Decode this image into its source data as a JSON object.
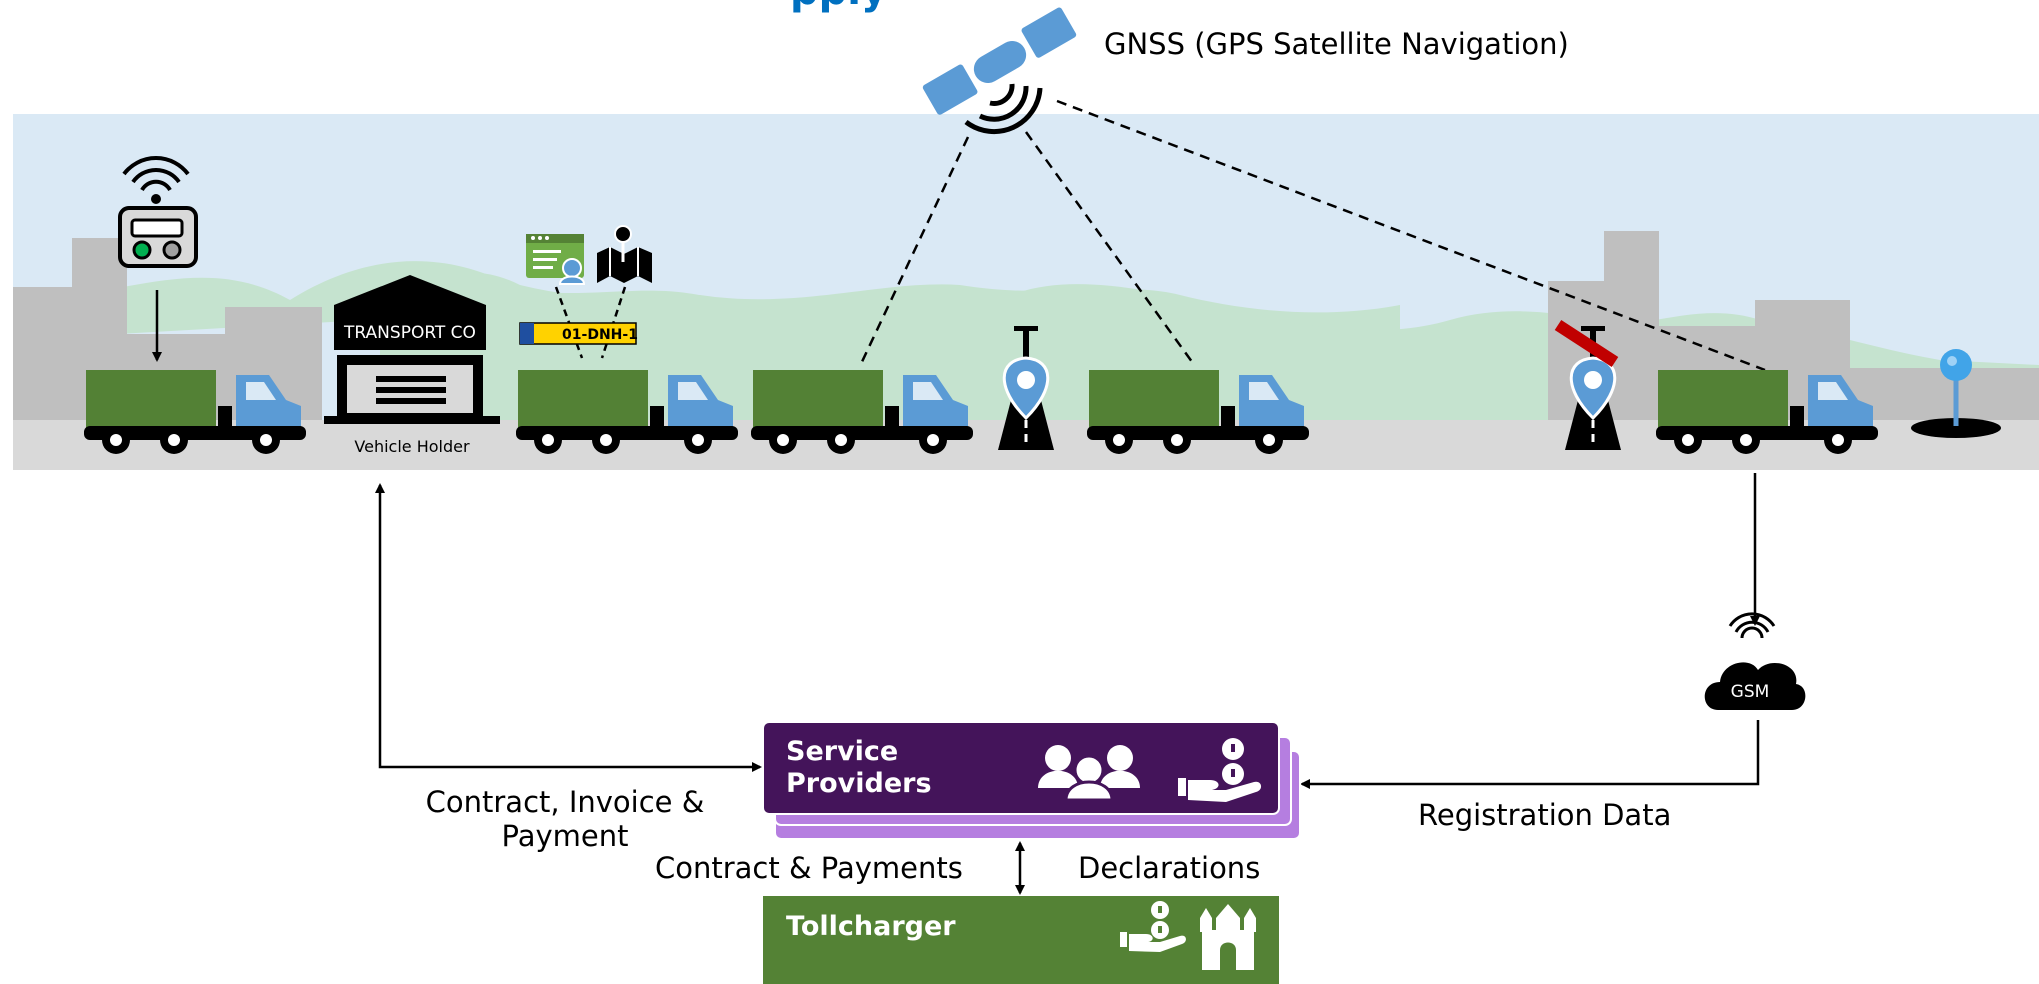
{
  "satellite": {
    "label": "GNSS (GPS Satellite Navigation)"
  },
  "transport_co": {
    "sign": "TRANSPORT CO",
    "caption": "Vehicle Holder"
  },
  "license_plate": "01-DNH-1",
  "gsm": {
    "label": "GSM"
  },
  "service_providers": {
    "line1": "Service",
    "line2": "Providers"
  },
  "tollcharger": {
    "label": "Tollcharger"
  },
  "labels": {
    "contract_invoice_line1": "Contract, Invoice &",
    "contract_invoice_line2": "Payment",
    "contract_payments": "Contract & Payments",
    "declarations": "Declarations",
    "registration_data": "Registration Data"
  },
  "colors": {
    "sky": "#dae9f5",
    "hills": "#c5e3cf",
    "buildings": "#bfbfbf",
    "road": "#d9d9d9",
    "truck_cargo": "#538135",
    "truck_cab": "#5b9bd5",
    "provider_purple": "#44145a",
    "provider_stack": "#b57ee0",
    "tollcharger_green": "#548235",
    "title_blue": "#0070c0",
    "barrier_red": "#c00000"
  },
  "icons": [
    "satellite-icon",
    "obu-device-icon",
    "wifi-icon",
    "truck-icon",
    "warehouse-icon",
    "web-profile-icon",
    "map-pin-icon",
    "toll-gantry-icon",
    "location-pin-icon",
    "gsm-cloud-icon",
    "people-icon",
    "hand-coin-icon",
    "castle-icon"
  ]
}
